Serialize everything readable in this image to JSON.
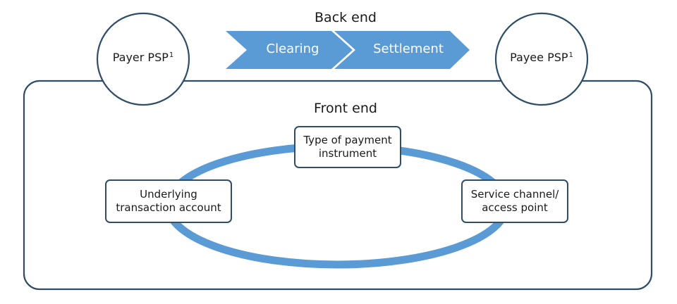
{
  "back_end": {
    "title": "Back end",
    "steps": [
      "Clearing",
      "Settlement"
    ]
  },
  "front_end": {
    "title": "Front end",
    "nodes": {
      "top": [
        "Type of payment",
        "instrument"
      ],
      "left": [
        "Underlying",
        "transaction account"
      ],
      "right": [
        "Service channel/",
        "access point"
      ]
    }
  },
  "parties": {
    "payer": {
      "label": "Payer PSP",
      "footnote": "1"
    },
    "payee": {
      "label": "Payee PSP",
      "footnote": "1"
    }
  },
  "colors": {
    "stroke": "#2f4d67",
    "accent": "#5b9bd5",
    "background": "#ffffff"
  }
}
